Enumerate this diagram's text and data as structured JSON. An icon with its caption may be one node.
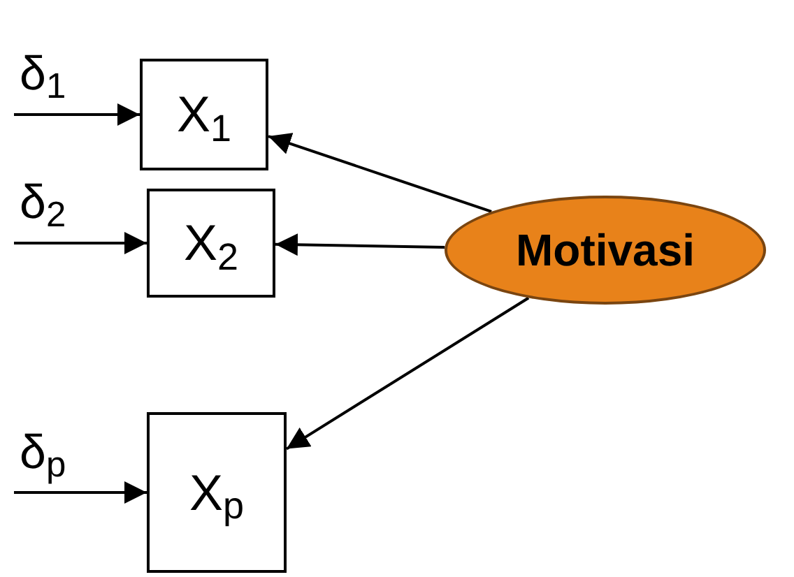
{
  "diagram": {
    "nodes": [
      {
        "text": [
          "X$_{1}$"
        ]
      },
      {
        "text": [
          "X$_{2}$"
        ]
      },
      {
        "text": [
          "X$_{p}$"
        ]
      },
      {
        "text": [
          "Motivasi"
        ]
      }
    ],
    "edges": [
      {
        "from": null,
        "to": 0,
        "arrow": "to",
        "label": "δ$_{1}$"
      },
      {
        "from": null,
        "to": 1,
        "arrow": "to",
        "label": "δ$_{2}$"
      },
      {
        "from": null,
        "to": 2,
        "arrow": "to",
        "label": "δ$_{p}$"
      },
      {
        "from": 3,
        "to": 0,
        "arrow": "to"
      },
      {
        "from": 3,
        "to": 1,
        "arrow": "to"
      },
      {
        "from": 3,
        "to": 2,
        "arrow": "to"
      }
    ]
  }
}
